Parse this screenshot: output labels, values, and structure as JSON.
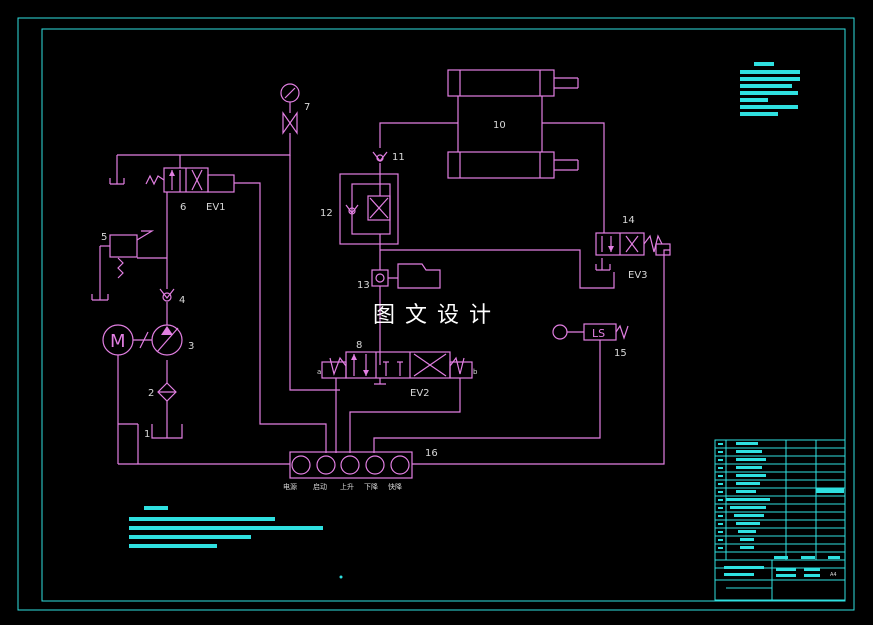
{
  "diagram": {
    "watermark": "图文设计",
    "component_numbers": [
      "1",
      "2",
      "3",
      "4",
      "5",
      "6",
      "7",
      "8",
      "10",
      "11",
      "12",
      "13",
      "14",
      "15",
      "16"
    ],
    "valve_labels": {
      "ev1": "EV1",
      "ev2": "EV2",
      "ev3": "EV3"
    },
    "limit_switch": "LS",
    "motor": "M",
    "controller_buttons": [
      "电源",
      "启动",
      "上升",
      "下降",
      "快降"
    ],
    "port_labels": {
      "a": "a",
      "b": "b"
    }
  },
  "title_block": {
    "sheet_size": "A4"
  },
  "colors": {
    "lines": "#e27fe2",
    "frame": "#2fe0e0",
    "background": "#000000"
  }
}
